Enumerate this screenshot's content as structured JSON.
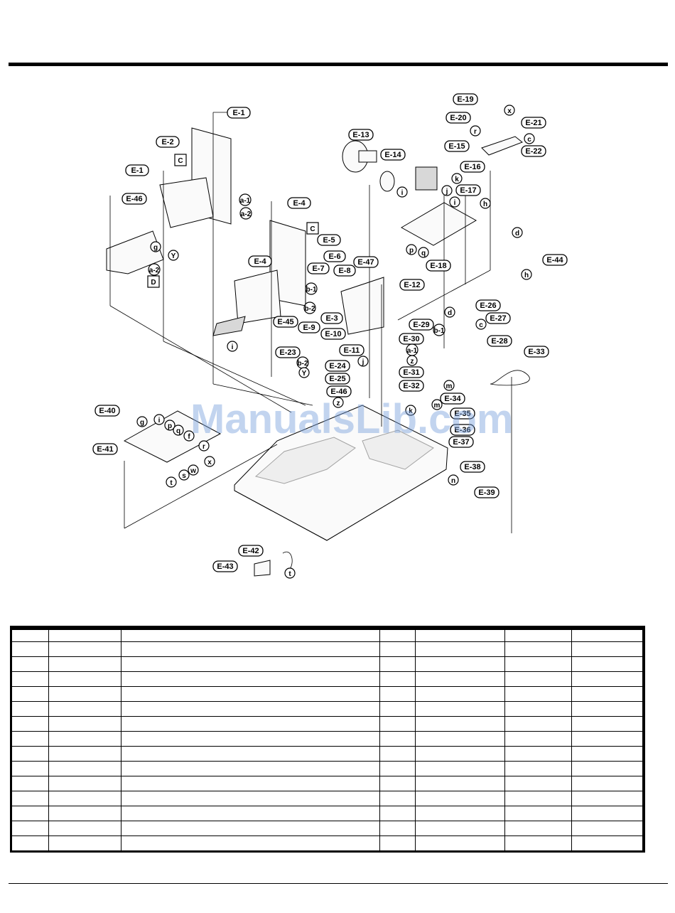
{
  "watermark": "ManualsLib.com",
  "callouts": {
    "e1a": "E-1",
    "e1b": "E-1",
    "e2": "E-2",
    "e3": "E-3",
    "e4a": "E-4",
    "e4b": "E-4",
    "e5": "E-5",
    "e6": "E-6",
    "e7": "E-7",
    "e8": "E-8",
    "e9": "E-9",
    "e10": "E-10",
    "e11": "E-11",
    "e12": "E-12",
    "e13": "E-13",
    "e14": "E-14",
    "e15": "E-15",
    "e16": "E-16",
    "e17": "E-17",
    "e18": "E-18",
    "e19": "E-19",
    "e20": "E-20",
    "e21": "E-21",
    "e22": "E-22",
    "e23": "E-23",
    "e24": "E-24",
    "e25": "E-25",
    "e26": "E-26",
    "e27": "E-27",
    "e28": "E-28",
    "e29": "E-29",
    "e30": "E-30",
    "e31": "E-31",
    "e32": "E-32",
    "e33": "E-33",
    "e34": "E-34",
    "e35": "E-35",
    "e36": "E-36",
    "e37": "E-37",
    "e38": "E-38",
    "e39": "E-39",
    "e40": "E-40",
    "e41": "E-41",
    "e42": "E-42",
    "e43": "E-43",
    "e44": "E-44",
    "e45": "E-45",
    "e46a": "E-46",
    "e46b": "E-46",
    "e47": "E-47"
  },
  "connectors": {
    "a1a": "a-1",
    "a2a": "a-2",
    "a2b": "a-2",
    "a1b": "a-1",
    "b1a": "b-1",
    "b2a": "b-2",
    "b2b": "b-2",
    "b1b": "b-1",
    "g1": "g",
    "g2": "g",
    "y1": "Y",
    "y2": "Y",
    "x1": "x",
    "x2": "x",
    "r1": "r",
    "r2": "r",
    "c1": "c",
    "c2": "c",
    "k1": "k",
    "k2": "k",
    "i1": "i",
    "i2": "i",
    "i3": "i",
    "i4": "i",
    "j1": "j",
    "j2": "j",
    "h1": "h",
    "h2": "h",
    "d1": "d",
    "d2": "d",
    "p1": "p",
    "p2": "p",
    "q1": "q",
    "q2": "q",
    "z1": "z",
    "z2": "z",
    "m1": "m",
    "m2": "m",
    "n1": "n",
    "t1": "t",
    "t2": "t",
    "s1": "s",
    "w1": "w",
    "f1": "f"
  },
  "squares": {
    "c1": "C",
    "c2": "C",
    "d1": "D"
  },
  "table": {
    "columns": 8,
    "rows": 15
  }
}
